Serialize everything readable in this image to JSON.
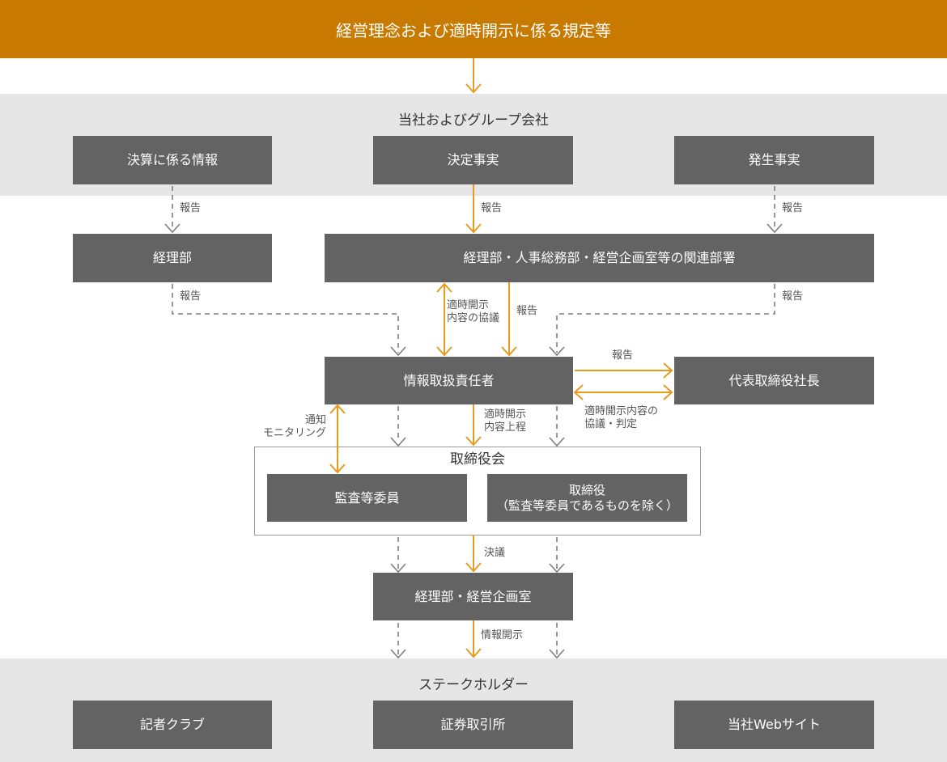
{
  "header": {
    "title": "経営理念および適時開示に係る規定等"
  },
  "group": {
    "title": "当社およびグループ会社",
    "items": [
      "決算に係る情報",
      "決定事実",
      "発生事実"
    ]
  },
  "dept": {
    "accounting": "経理部",
    "related": "経理部・人事総務部・経営企画室等の関連部署"
  },
  "officer": "情報取扱責任者",
  "president": "代表取締役社長",
  "board": {
    "title": "取締役会",
    "audit": "監査等委員",
    "directors_line1": "取締役",
    "directors_line2": "（監査等委員であるものを除く）"
  },
  "disclosure_dept": "経理部・経営企画室",
  "stakeholders": {
    "title": "ステークホルダー",
    "items": [
      "記者クラブ",
      "証券取引所",
      "当社Webサイト"
    ]
  },
  "labels": {
    "report": "報告",
    "consult_line1": "適時開示",
    "consult_line2": "内容の協議",
    "agenda_line1": "適時開示",
    "agenda_line2": "内容上程",
    "judge_line1": "適時開示内容の",
    "judge_line2": "協議・判定",
    "notify_line1": "通知",
    "notify_line2": "モニタリング",
    "resolution": "決議",
    "disclosure": "情報開示"
  },
  "colors": {
    "accent": "#c87a00",
    "box": "#636363",
    "band": "#e6e6e6",
    "arrow": "#e89a1f",
    "dashed": "#7f7f7f"
  }
}
